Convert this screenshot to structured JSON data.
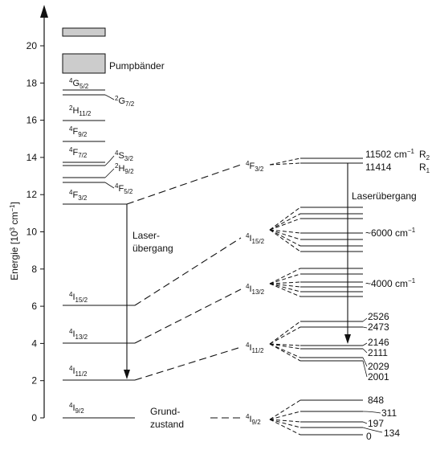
{
  "axis": {
    "label_main": "Energie [10",
    "label_sup": "3",
    "label_unit": " cm",
    "label_sup2": "−1",
    "label_end": "]",
    "ticks": [
      "0",
      "2",
      "4",
      "6",
      "8",
      "10",
      "12",
      "14",
      "16",
      "18",
      "20"
    ]
  },
  "pump_bands_label": "Pumpbänder",
  "left_levels": [
    {
      "pre": "4",
      "term": "G",
      "sub": "5/2"
    },
    {
      "pre": "2",
      "term": "G",
      "sub": "7/2"
    },
    {
      "pre": "2",
      "term": "H",
      "sub": "11/2"
    },
    {
      "pre": "4",
      "term": "F",
      "sub": "9/2"
    },
    {
      "pre": "4",
      "term": "F",
      "sub": "7/2"
    },
    {
      "pre": "4",
      "term": "S",
      "sub": "3/2"
    },
    {
      "pre": "2",
      "term": "H",
      "sub": "9/2"
    },
    {
      "pre": "4",
      "term": "F",
      "sub": "5/2"
    },
    {
      "pre": "4",
      "term": "F",
      "sub": "3/2"
    },
    {
      "pre": "4",
      "term": "I",
      "sub": "15/2"
    },
    {
      "pre": "4",
      "term": "I",
      "sub": "13/2"
    },
    {
      "pre": "4",
      "term": "I",
      "sub": "11/2"
    },
    {
      "pre": "4",
      "term": "I",
      "sub": "9/2"
    }
  ],
  "mid_levels": [
    {
      "pre": "4",
      "term": "F",
      "sub": "3/2"
    },
    {
      "pre": "4",
      "term": "I",
      "sub": "15/2"
    },
    {
      "pre": "4",
      "term": "I",
      "sub": "13/2"
    },
    {
      "pre": "4",
      "term": "I",
      "sub": "11/2"
    },
    {
      "pre": "4",
      "term": "I",
      "sub": "9/2"
    }
  ],
  "laser_left": {
    "line1": "Laser-",
    "line2": "übergang"
  },
  "laser_right": "Laserübergang",
  "ground_state": {
    "line1": "Grund-",
    "line2": "zustand"
  },
  "right_values": {
    "r2_value": "11502 cm",
    "r2_sup": "−1",
    "r1_value": "11414",
    "r2_name": "R",
    "r2_sub": "2",
    "r1_name": "R",
    "r1_sub": "1",
    "i15_value": "~6000 cm",
    "i15_sup": "−1",
    "i13_value": "~4000 cm",
    "i13_sup": "−1",
    "v2526": "2526",
    "v2473": "2473",
    "v2146": "2146",
    "v2111": "2111",
    "v2029": "2029",
    "v2001": "2001",
    "v848": "848",
    "v311": "311",
    "v197": "197",
    "v0": "0",
    "v134": "134"
  },
  "colors": {
    "ink": "#111111",
    "pump_fill": "#cccccc"
  }
}
